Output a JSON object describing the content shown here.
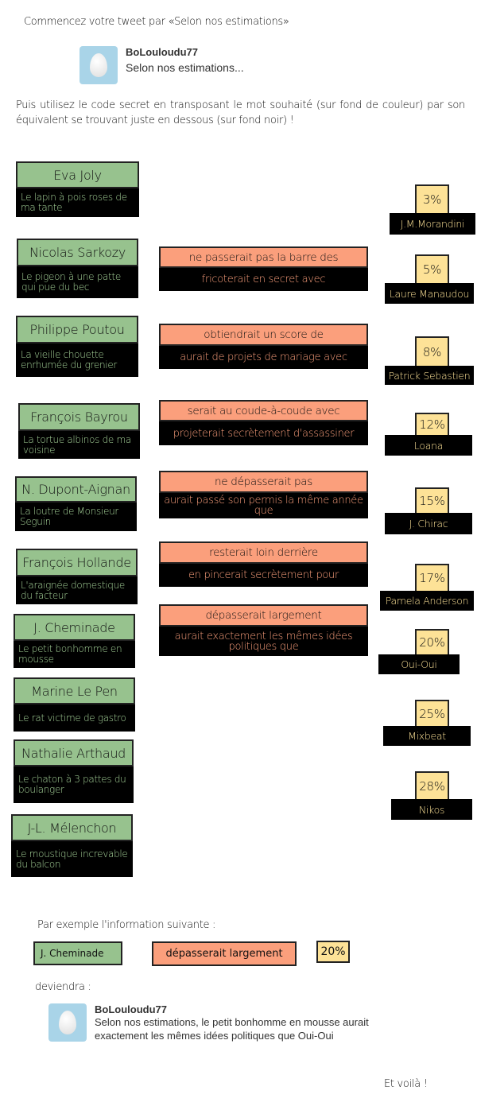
{
  "intro": "Commencez votre tweet par «Selon nos estimations»",
  "tweet1": {
    "user": "BoLouloudu77",
    "text": "Selon nos estimations..."
  },
  "instructions": "Puis utilisez le code secret en transposant le mot souhaité (sur fond de couleur) par son équivalent se trouvant juste en dessous (sur fond noir) !",
  "candidates": [
    {
      "name": "Eva Joly",
      "code": "Le lapin à pois roses de ma tante"
    },
    {
      "name": "Nicolas Sarkozy",
      "code": "Le pigeon à une patte qui pue du bec"
    },
    {
      "name": "Philippe Poutou",
      "code": "La vieille chouette enrhumée du grenier"
    },
    {
      "name": "François Bayrou",
      "code": "La tortue albinos de ma voisine"
    },
    {
      "name": "N. Dupont-Aignan",
      "code": "La loutre de Monsieur Seguin"
    },
    {
      "name": "François Hollande",
      "code": "L'araignée domestique du facteur"
    },
    {
      "name": "J. Cheminade",
      "code": "Le petit bonhomme en mousse"
    },
    {
      "name": "Marine Le Pen",
      "code": "Le rat victime de gastro"
    },
    {
      "name": "Nathalie Arthaud",
      "code": "Le chaton à 3 pattes du boulanger"
    },
    {
      "name": "J-L. Mélenchon",
      "code": "Le moustique increvable du balcon"
    }
  ],
  "verbs": [
    {
      "phrase": "ne passerait pas la barre des",
      "code": "fricoterait en secret avec"
    },
    {
      "phrase": "obtiendrait un score de",
      "code": "aurait de projets de mariage avec"
    },
    {
      "phrase": "serait au coude-à-coude avec",
      "code": "projeterait secrètement d'assassiner"
    },
    {
      "phrase": "ne dépasserait pas",
      "code": "aurait passé son permis la même année que"
    },
    {
      "phrase": "resterait loin derrière",
      "code": "en pincerait secrètement pour"
    },
    {
      "phrase": "dépasserait largement",
      "code": "aurait exactement les mêmes idées politiques que"
    }
  ],
  "percents": [
    {
      "value": "3%",
      "code": "J.M.Morandini"
    },
    {
      "value": "5%",
      "code": "Laure Manaudou"
    },
    {
      "value": "8%",
      "code": "Patrick Sebastien"
    },
    {
      "value": "12%",
      "code": "Loana"
    },
    {
      "value": "15%",
      "code": "J. Chirac"
    },
    {
      "value": "17%",
      "code": "Pamela Anderson"
    },
    {
      "value": "20%",
      "code": "Oui-Oui"
    },
    {
      "value": "25%",
      "code": "Mixbeat"
    },
    {
      "value": "28%",
      "code": "Nikos"
    }
  ],
  "example": {
    "intro": "Par exemple l'information suivante :",
    "name": "J. Cheminade",
    "verb": "dépasserait largement",
    "percent": "20%",
    "becomes": "deviendra :"
  },
  "tweet2": {
    "user": "BoLouloudu77",
    "text": "Selon nos estimations, le petit bonhomme en mousse aurait exactement les mêmes idées politiques que Oui-Oui"
  },
  "outro": "Et voilà !"
}
